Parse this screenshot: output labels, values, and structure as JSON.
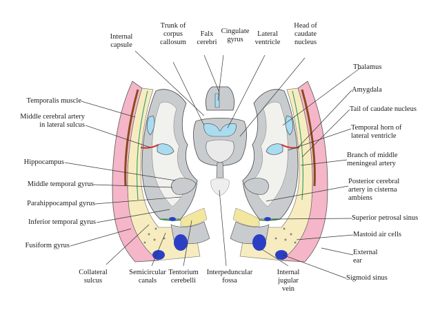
{
  "labels": {
    "internal_capsule": "Internal\ncapsule",
    "trunk_corpus_callosum": "Trunk of\ncorpus\ncallosum",
    "falx_cerebri": "Falx\ncerebri",
    "cingulate_gyrus": "Cingulate\ngyrus",
    "lateral_ventricle": "Lateral\nventricle",
    "head_caudate_nucleus": "Head of\ncaudate\nnucleus",
    "thalamus": "Thalamus",
    "amygdala": "Amygdala",
    "tail_caudate_nucleus": "Tail of caudate nucleus",
    "temporal_horn": "Temporal horn of\nlateral ventricle",
    "branch_middle_meningeal": "Branch of middle\nmeningeal artery",
    "posterior_cerebral_artery": "Posterior cerebral\nartery in cisterna\nambiens",
    "superior_petrosal_sinus": "Superior petrosal sinus",
    "mastoid_air_cells": "Mastoid air cells",
    "external_ear": "External\near",
    "sigmoid_sinus": "Sigmoid sinus",
    "internal_jugular_vein": "Internal\njugular\nvein",
    "interpeduncular_fossa": "Interpeduncular\nfossa",
    "tentorium_cerebelli": "Tentorium\ncerebelli",
    "semicircular_canals": "Semicircular\ncanals",
    "collateral_sulcus": "Collateral\nsulcus",
    "fusiform_gyrus": "Fusiform gyrus",
    "inferior_temporal_gyrus": "Inferior temporal gyrus",
    "parahippocampal_gyrus": "Parahippocampal gyrus",
    "middle_temporal_gyrus": "Middle temporal gyrus",
    "hippocampus": "Hippocampus",
    "middle_cerebral_artery": "Middle cerebral artery\nin lateral sulcus",
    "temporalis_muscle": "Temporalis muscle"
  },
  "colors": {
    "skin": "#f4b6c8",
    "bone": "#f7ecc0",
    "gray_matter": "#c9cccf",
    "white_matter": "#f1f1ee",
    "csf": "#a9dcf0",
    "vein": "#2b3fc4",
    "artery": "#d23a3a",
    "cisterna": "#f3e7a0",
    "leader": "#333333"
  }
}
